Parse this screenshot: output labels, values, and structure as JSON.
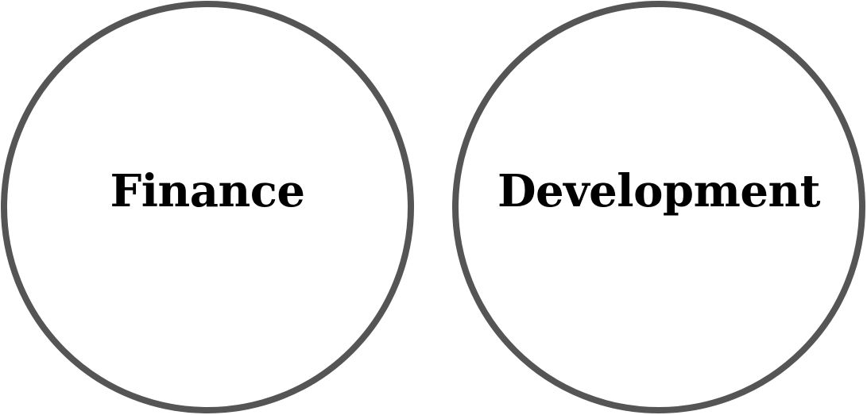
{
  "diagram": {
    "nodes": [
      {
        "id": "finance",
        "label": "Finance"
      },
      {
        "id": "development",
        "label": "Development"
      }
    ],
    "colors": {
      "circle_stroke": "#555555",
      "circle_fill": "#ffffff",
      "text": "#000000",
      "background": "#ffffff"
    }
  }
}
